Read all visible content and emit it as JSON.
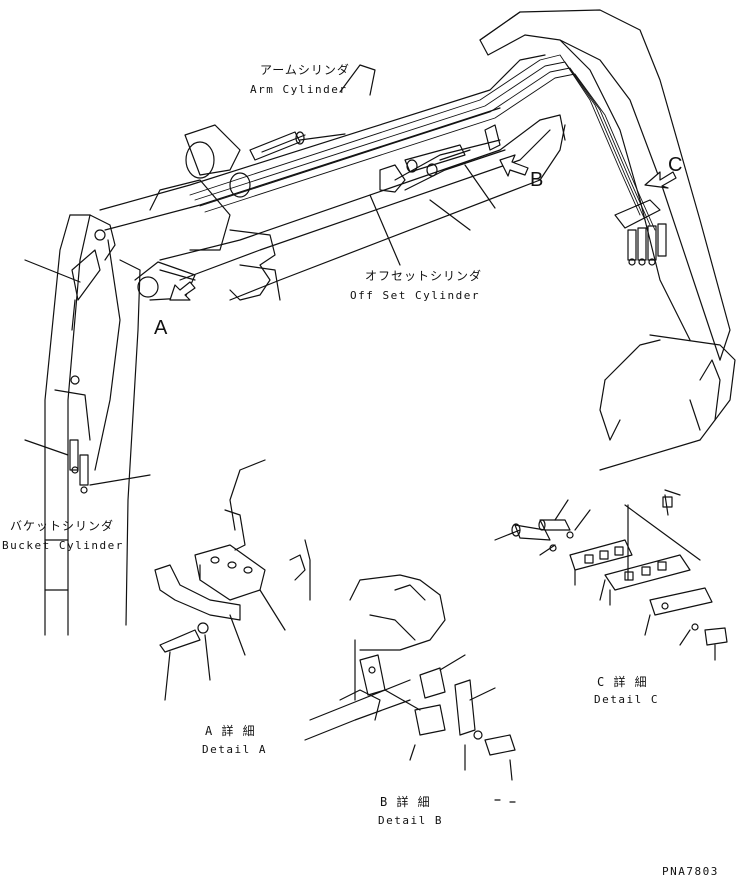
{
  "labels": {
    "arm_cylinder_jp": "アームシリンダ",
    "arm_cylinder_en": "Arm Cylinder",
    "offset_cylinder_jp": "オフセットシリンダ",
    "offset_cylinder_en": "Off Set Cylinder",
    "bucket_cylinder_jp": "バケットシリンダ",
    "bucket_cylinder_en": "Bucket Cylinder",
    "marker_a": "A",
    "marker_b": "B",
    "marker_c": "C",
    "detail_a_jp": "A 詳 細",
    "detail_a_en": "Detail A",
    "detail_b_jp": "B 詳 細",
    "detail_b_en": "Detail B",
    "detail_c_jp": "C 詳 細",
    "detail_c_en": "Detail C",
    "drawing_code": "PNA7803"
  }
}
